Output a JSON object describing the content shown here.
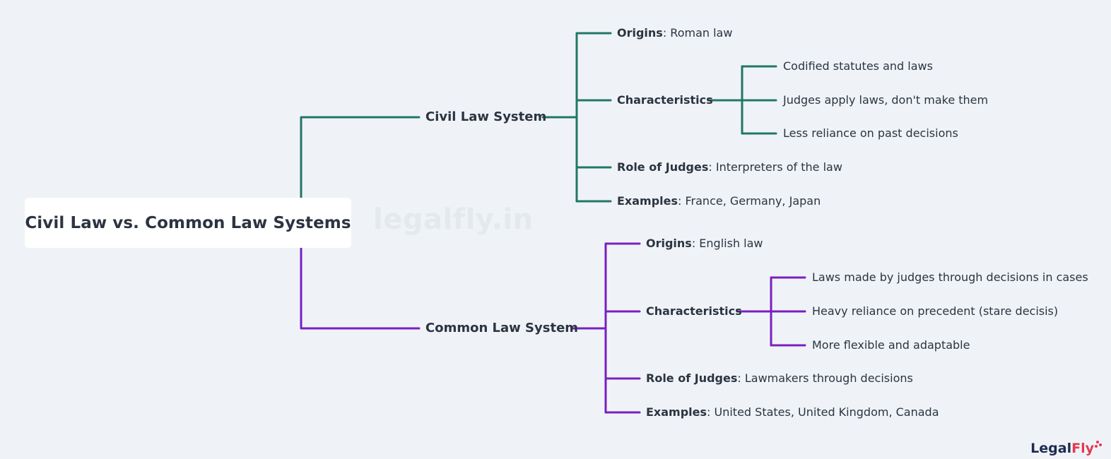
{
  "title": "Civil Law vs. Common Law Systems",
  "watermark": "legalfly.in",
  "logo": {
    "part1": "Legal",
    "part2": "Fly"
  },
  "colors": {
    "civil": "#217767",
    "common": "#7a1fc2",
    "background": "#eff3f7"
  },
  "civil": {
    "label": "Civil Law System",
    "origins": {
      "key": "Origins",
      "value": ": Roman law"
    },
    "characteristics": {
      "key": "Characteristics",
      "items": [
        "Codified statutes and laws",
        "Judges apply laws, don't make them",
        "Less reliance on past decisions"
      ]
    },
    "role": {
      "key": "Role of Judges",
      "value": ": Interpreters of the law"
    },
    "examples": {
      "key": "Examples",
      "value": ": France, Germany, Japan"
    }
  },
  "common": {
    "label": "Common Law System",
    "origins": {
      "key": "Origins",
      "value": ": English law"
    },
    "characteristics": {
      "key": "Characteristics",
      "items": [
        "Laws made by judges through decisions in cases",
        "Heavy reliance on precedent (stare decisis)",
        "More flexible and adaptable"
      ]
    },
    "role": {
      "key": "Role of Judges",
      "value": ": Lawmakers through decisions"
    },
    "examples": {
      "key": "Examples",
      "value": ": United States, United Kingdom, Canada"
    }
  }
}
